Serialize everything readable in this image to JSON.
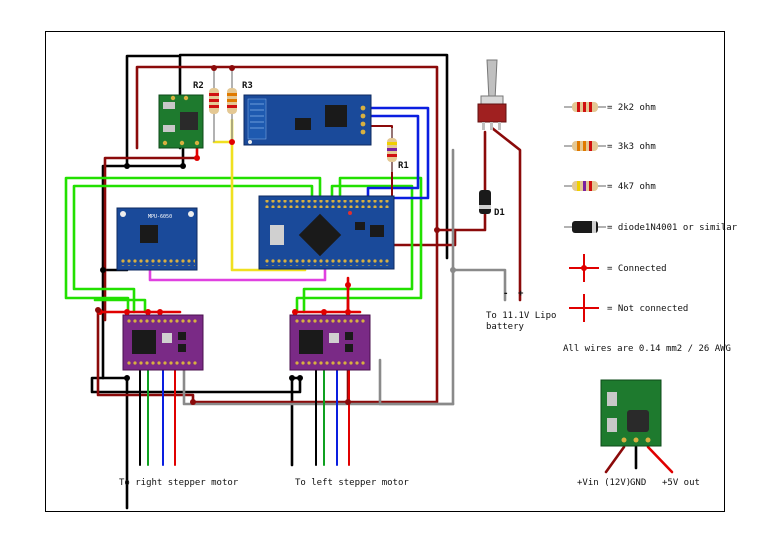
{
  "labels": {
    "r2": "R2",
    "r3": "R3",
    "r1": "R1",
    "d1": "D1",
    "battery_minus": "-",
    "battery_plus": "+",
    "battery_line1": "To 11.1V Lipo",
    "battery_line2": "battery",
    "right_motor": "To right stepper motor",
    "left_motor": "To left stepper motor",
    "mpu_board": "MPU-6050",
    "vin": "+Vin (12V)",
    "gnd": "GND",
    "vout": "+5V out"
  },
  "legend": {
    "items": [
      {
        "key": "resistor-2k2",
        "text": "= 2k2 ohm",
        "bands": [
          "#d01010",
          "#d01010",
          "#d01010"
        ]
      },
      {
        "key": "resistor-3k3",
        "text": "= 3k3 ohm",
        "bands": [
          "#e07a00",
          "#e07a00",
          "#d01010"
        ]
      },
      {
        "key": "resistor-4k7",
        "text": "= 4k7 ohm",
        "bands": [
          "#f0d000",
          "#7a20a0",
          "#d01010"
        ]
      },
      {
        "key": "diode",
        "text": "= diode1N4001 or similar"
      },
      {
        "key": "connected",
        "text": "= Connected"
      },
      {
        "key": "not-connected",
        "text": "= Not connected"
      }
    ],
    "wires_note": "All wires are 0.14 mm2 / 26 AWG"
  },
  "colors": {
    "black": "#000000",
    "darkred": "#8b0a0a",
    "red": "#e00000",
    "green": "#22e000",
    "blue": "#0a1ee0",
    "yellow": "#f0e020",
    "magenta": "#e040e0",
    "gray": "#8a8a8a",
    "pcb_green": "#1e7a2e",
    "pcb_blue": "#1a4a9a",
    "pcb_purple": "#7a2a86"
  }
}
